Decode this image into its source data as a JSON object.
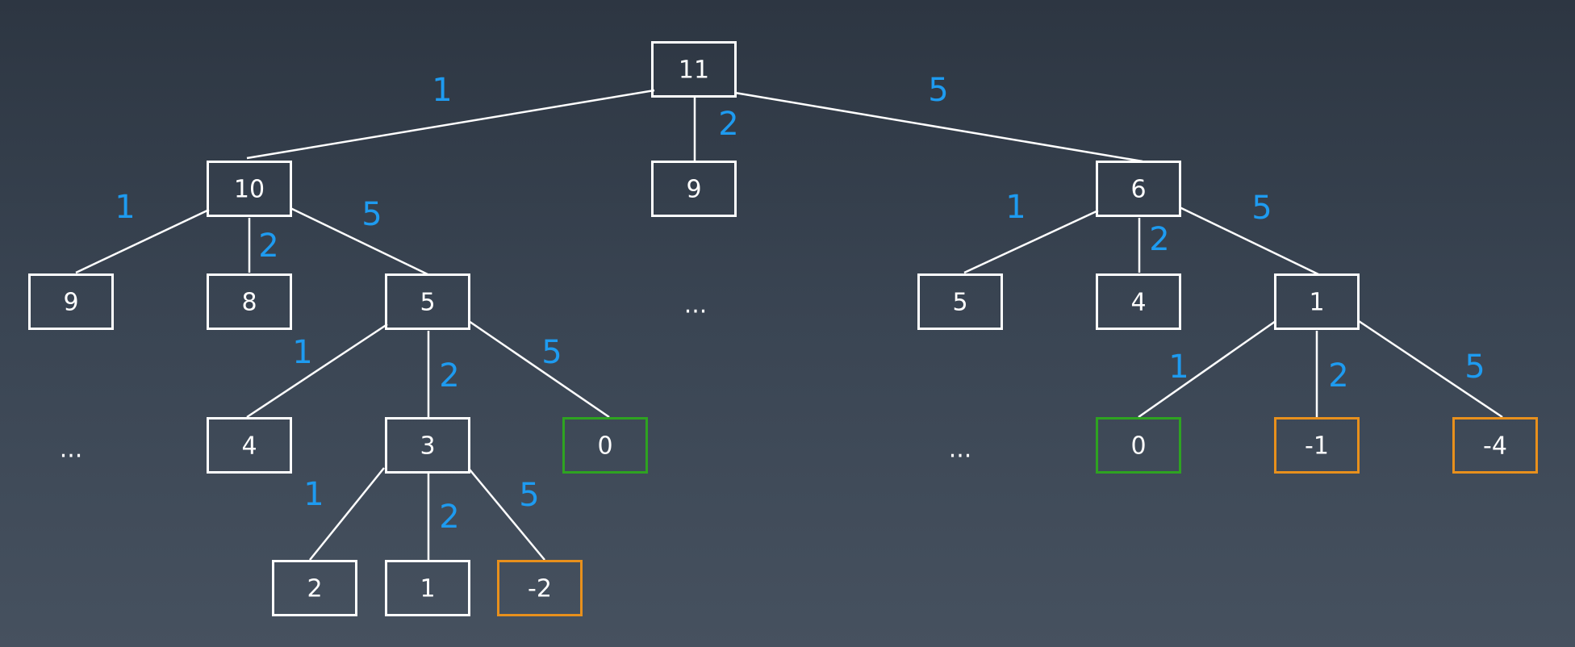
{
  "colors": {
    "default": "#ffffff",
    "target": "#2ea321",
    "overshoot": "#e8901c",
    "edge_label": "#1e9bf0"
  },
  "nodes": [
    {
      "id": "n11",
      "label": "11",
      "status": "default"
    },
    {
      "id": "n10",
      "label": "10",
      "status": "default"
    },
    {
      "id": "n9top",
      "label": "9",
      "status": "default"
    },
    {
      "id": "n6",
      "label": "6",
      "status": "default"
    },
    {
      "id": "n9",
      "label": "9",
      "status": "default"
    },
    {
      "id": "n8",
      "label": "8",
      "status": "default"
    },
    {
      "id": "n5",
      "label": "5",
      "status": "default"
    },
    {
      "id": "n5r",
      "label": "5",
      "status": "default"
    },
    {
      "id": "n4r",
      "label": "4",
      "status": "default"
    },
    {
      "id": "n1r",
      "label": "1",
      "status": "default"
    },
    {
      "id": "n4",
      "label": "4",
      "status": "default"
    },
    {
      "id": "n3",
      "label": "3",
      "status": "default"
    },
    {
      "id": "n0",
      "label": "0",
      "status": "target"
    },
    {
      "id": "n0r",
      "label": "0",
      "status": "target"
    },
    {
      "id": "nm1",
      "label": "-1",
      "status": "overshoot"
    },
    {
      "id": "nm4",
      "label": "-4",
      "status": "overshoot"
    },
    {
      "id": "n2",
      "label": "2",
      "status": "default"
    },
    {
      "id": "n1",
      "label": "1",
      "status": "default"
    },
    {
      "id": "nm2",
      "label": "-2",
      "status": "overshoot"
    }
  ],
  "edges": [
    {
      "from": "n11",
      "to": "n10",
      "label": "1"
    },
    {
      "from": "n11",
      "to": "n9top",
      "label": "2"
    },
    {
      "from": "n11",
      "to": "n6",
      "label": "5"
    },
    {
      "from": "n10",
      "to": "n9",
      "label": "1"
    },
    {
      "from": "n10",
      "to": "n8",
      "label": "2"
    },
    {
      "from": "n10",
      "to": "n5",
      "label": "5"
    },
    {
      "from": "n6",
      "to": "n5r",
      "label": "1"
    },
    {
      "from": "n6",
      "to": "n4r",
      "label": "2"
    },
    {
      "from": "n6",
      "to": "n1r",
      "label": "5"
    },
    {
      "from": "n5",
      "to": "n4",
      "label": "1"
    },
    {
      "from": "n5",
      "to": "n3",
      "label": "2"
    },
    {
      "from": "n5",
      "to": "n0",
      "label": "5"
    },
    {
      "from": "n1r",
      "to": "n0r",
      "label": "1"
    },
    {
      "from": "n1r",
      "to": "nm1",
      "label": "2"
    },
    {
      "from": "n1r",
      "to": "nm4",
      "label": "5"
    },
    {
      "from": "n3",
      "to": "n2",
      "label": "1"
    },
    {
      "from": "n3",
      "to": "n1",
      "label": "2"
    },
    {
      "from": "n3",
      "to": "nm2",
      "label": "5"
    }
  ],
  "ellipses": [
    "...",
    "...",
    "..."
  ]
}
